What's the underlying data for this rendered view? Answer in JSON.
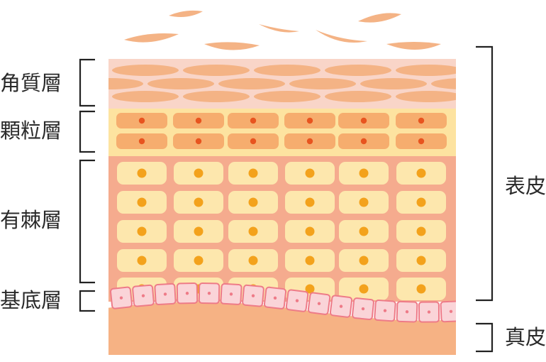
{
  "layers": [
    {
      "label": "角質層"
    },
    {
      "label": "顆粒層"
    },
    {
      "label": "有棘層"
    },
    {
      "label": "基底層"
    }
  ],
  "regions": [
    {
      "label": "表皮"
    },
    {
      "label": "真皮"
    }
  ],
  "colors": {
    "flake": "#f4b385",
    "corneum_bg": "#f9d5c8",
    "granular_bg": "#fde3a0",
    "granular_cell": "#f6ad6e",
    "granular_nucleus": "#e8541f",
    "spinous_bg": "#f5ab8e",
    "spinous_cell": "#fde7ad",
    "spinous_nucleus": "#f3a21c",
    "basal_cell": "#fad4d8",
    "basal_edge": "#ee7b88",
    "dermis": "#f6b284",
    "bracket": "#222222"
  }
}
